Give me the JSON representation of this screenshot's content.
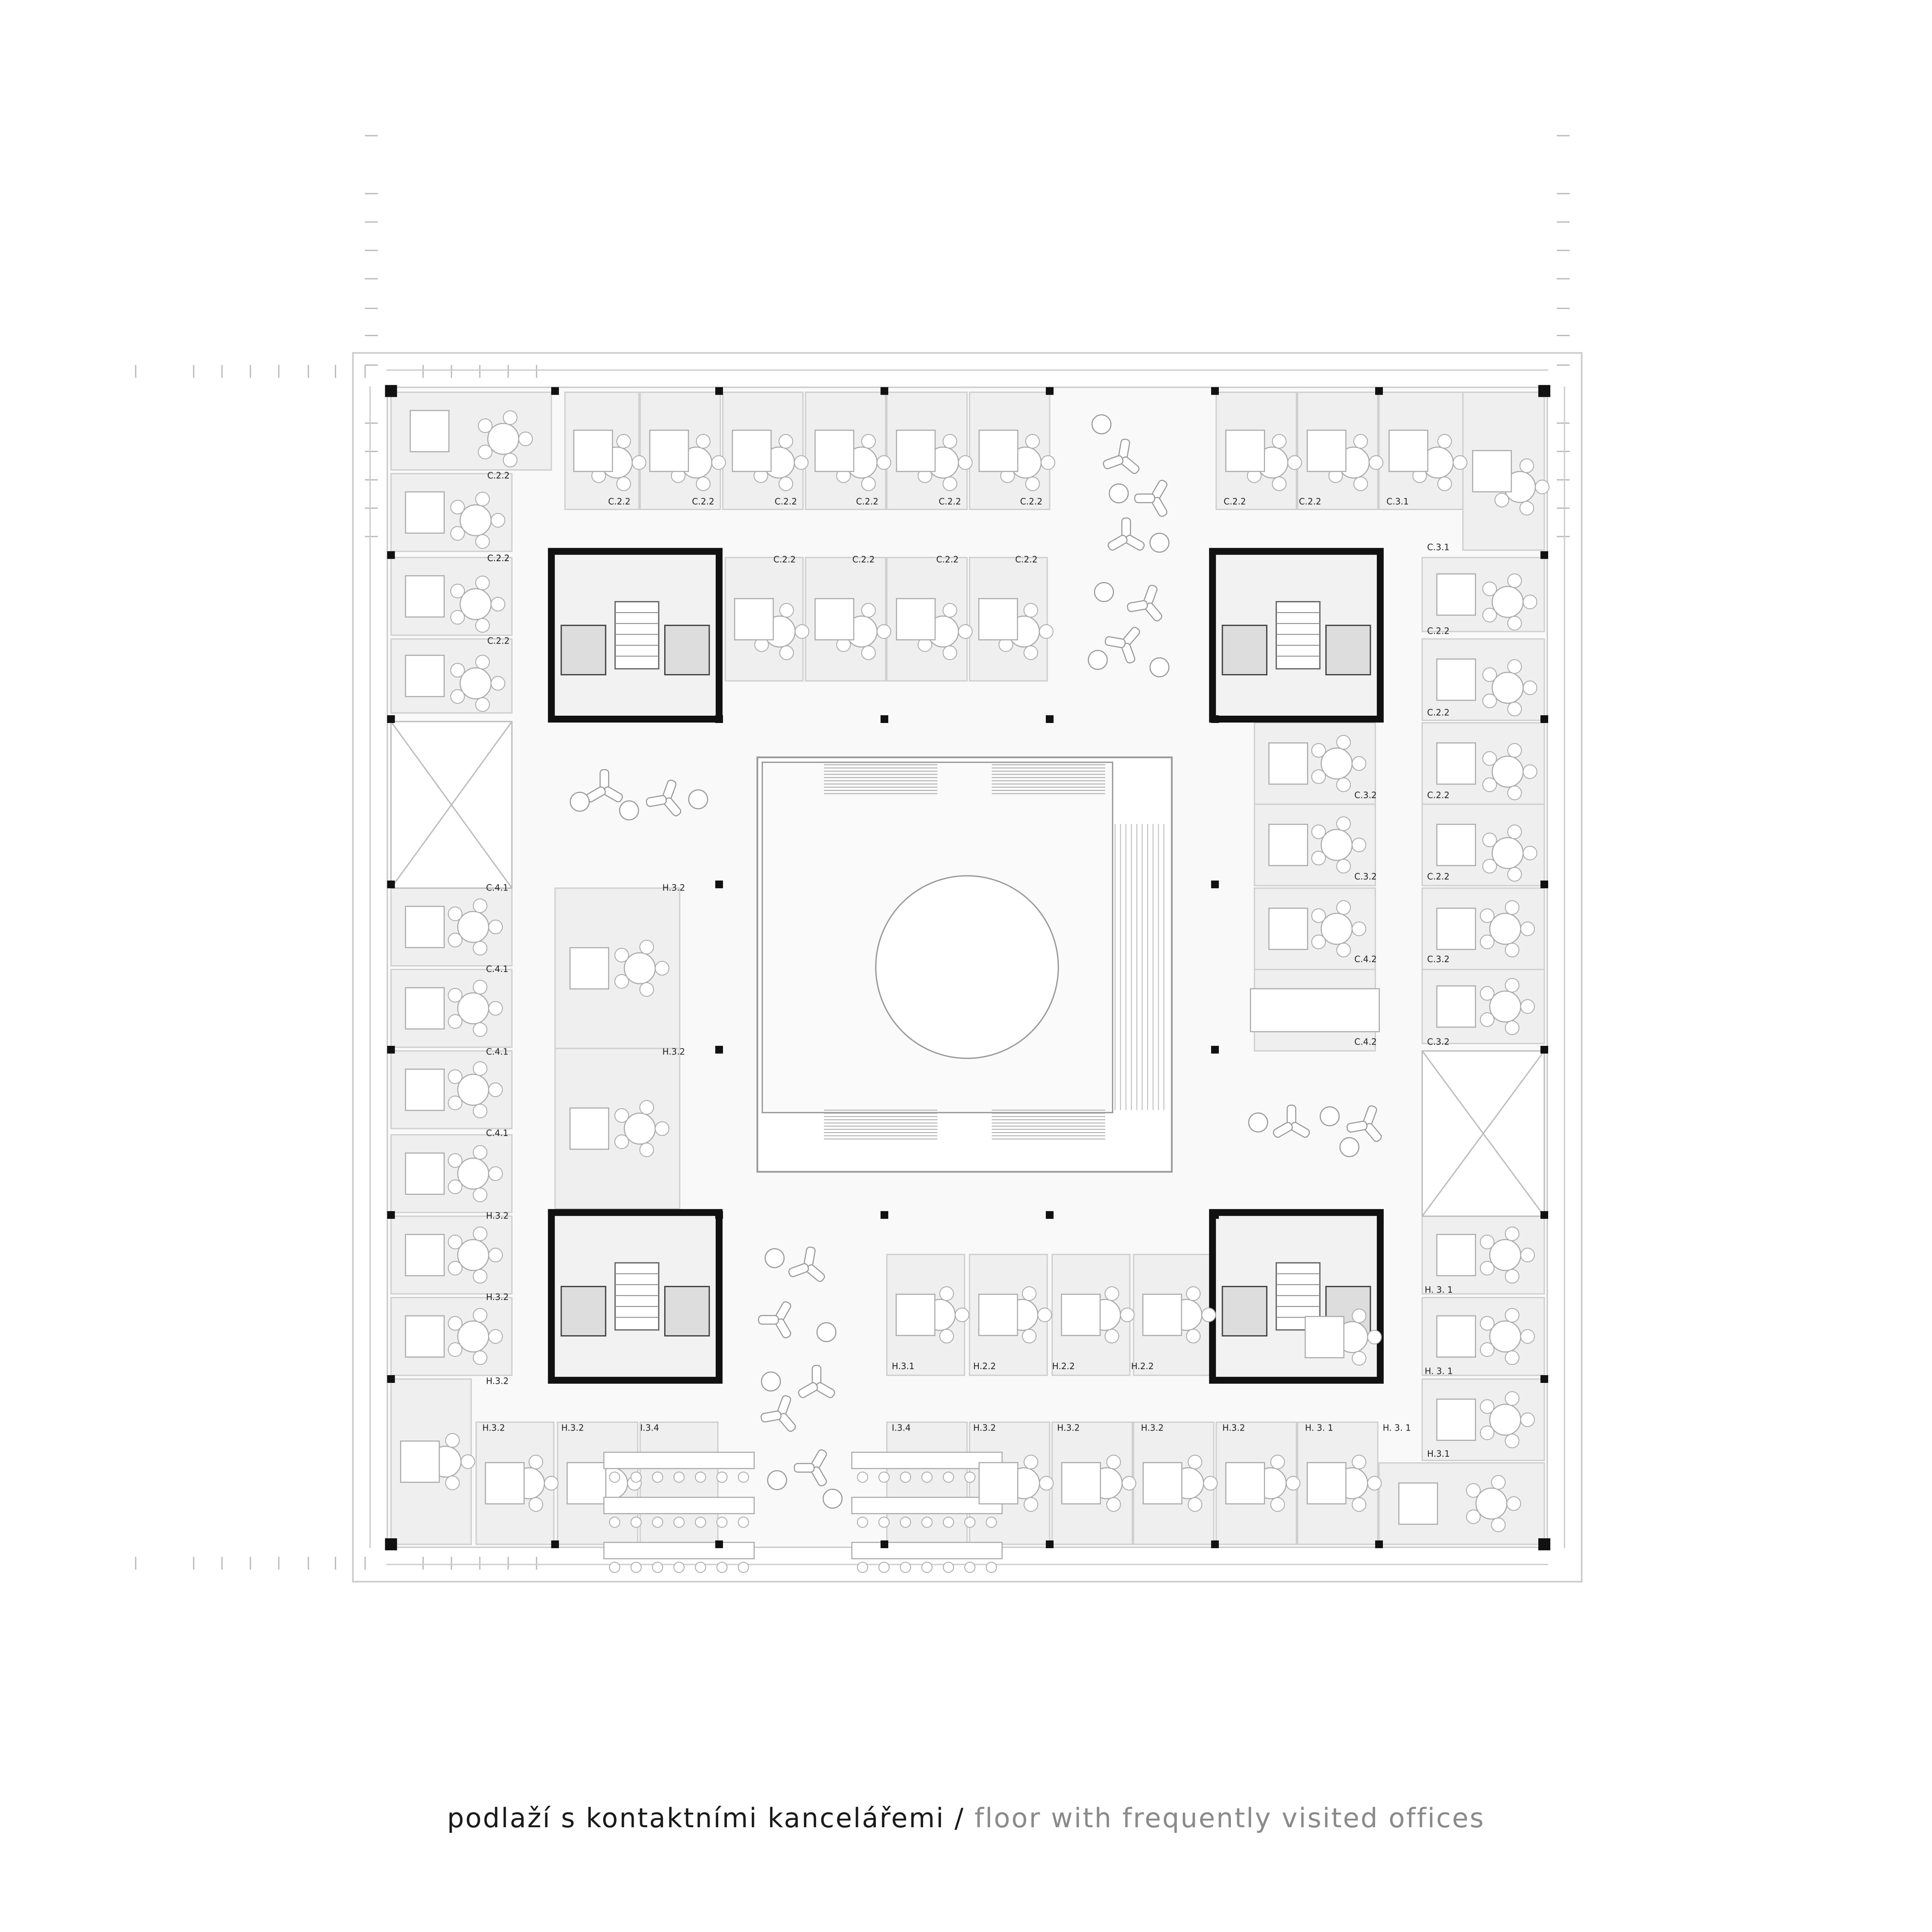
{
  "caption": {
    "czech": "podlaží s kontaktními kancelářemi /",
    "english": "floor with frequently visited offices"
  },
  "colors": {
    "room_fill": "#efefef",
    "corridor": "#f9f9f9",
    "core_wall": "#111111",
    "column": "#111111",
    "thin_line": "#bdbdbd",
    "english_text": "#8a8a8a"
  },
  "rooms": [
    {
      "label": "C.2.2",
      "type": "meeting"
    },
    {
      "label": "C.2.2",
      "type": "meeting"
    },
    {
      "label": "C.2.2",
      "type": "meeting"
    },
    {
      "label": "C.2.2",
      "type": "meeting"
    },
    {
      "label": "C.2.2",
      "type": "meeting"
    },
    {
      "label": "C.2.2",
      "type": "meeting"
    },
    {
      "label": "C.2.2",
      "type": "meeting"
    },
    {
      "label": "C.2.2",
      "type": "meeting"
    },
    {
      "label": "C.2.2",
      "type": "meeting"
    },
    {
      "label": "C.3.1",
      "type": "meeting"
    },
    {
      "label": "C.3.1",
      "type": "meeting"
    },
    {
      "label": "C.2.2",
      "type": "meeting"
    },
    {
      "label": "C.2.2",
      "type": "meeting"
    },
    {
      "label": "C.2.2",
      "type": "meeting"
    },
    {
      "label": "C.2.2",
      "type": "meeting"
    },
    {
      "label": "C.2.2",
      "type": "meeting"
    },
    {
      "label": "C.2.2",
      "type": "meeting"
    },
    {
      "label": "C.2.2",
      "type": "meeting"
    },
    {
      "label": "C.2.2",
      "type": "meeting"
    },
    {
      "label": "C.2.2",
      "type": "meeting"
    },
    {
      "label": "C.2.2",
      "type": "meeting"
    },
    {
      "label": "C.2.2",
      "type": "meeting"
    },
    {
      "label": "C.3.2",
      "type": "office"
    },
    {
      "label": "C.3.2",
      "type": "office"
    },
    {
      "label": "C.3.2",
      "type": "office"
    },
    {
      "label": "C.3.2",
      "type": "office"
    },
    {
      "label": "C.4.2",
      "type": "office"
    },
    {
      "label": "C.4.2",
      "type": "desks"
    },
    {
      "label": "C.4.1",
      "type": "office"
    },
    {
      "label": "C.4.1",
      "type": "office"
    },
    {
      "label": "C.4.1",
      "type": "office"
    },
    {
      "label": "C.4.1",
      "type": "office"
    },
    {
      "label": "H.3.2",
      "type": "office"
    },
    {
      "label": "H.3.2",
      "type": "office"
    },
    {
      "label": "H.3.2",
      "type": "office"
    },
    {
      "label": "H.3.2",
      "type": "office"
    },
    {
      "label": "H.3.2",
      "type": "office"
    },
    {
      "label": "H.3.2",
      "type": "office"
    },
    {
      "label": "H.3.2",
      "type": "office"
    },
    {
      "label": "I.3.4",
      "type": "seminar"
    },
    {
      "label": "I.3.4",
      "type": "seminar"
    },
    {
      "label": "H.3.2",
      "type": "office"
    },
    {
      "label": "H.3.2",
      "type": "office"
    },
    {
      "label": "H.3.2",
      "type": "office"
    },
    {
      "label": "H.3.2",
      "type": "office"
    },
    {
      "label": "H. 3. 1",
      "type": "office"
    },
    {
      "label": "H. 3. 1",
      "type": "office"
    },
    {
      "label": "H. 3. 1",
      "type": "office"
    },
    {
      "label": "H.3.1",
      "type": "office"
    },
    {
      "label": "H. 3. 1",
      "type": "office"
    },
    {
      "label": "H.3.1",
      "type": "office"
    },
    {
      "label": "H.2.2",
      "type": "office"
    },
    {
      "label": "H.2.2",
      "type": "office"
    },
    {
      "label": "H.2.2",
      "type": "office"
    },
    {
      "label": "H.2.2",
      "type": "office"
    },
    {
      "label": "H.2.2",
      "type": "office"
    },
    {
      "label": "H.3.1",
      "type": "office"
    },
    {
      "label": "H.3.1",
      "type": "office"
    },
    {
      "label": "",
      "type": "meeting"
    }
  ]
}
